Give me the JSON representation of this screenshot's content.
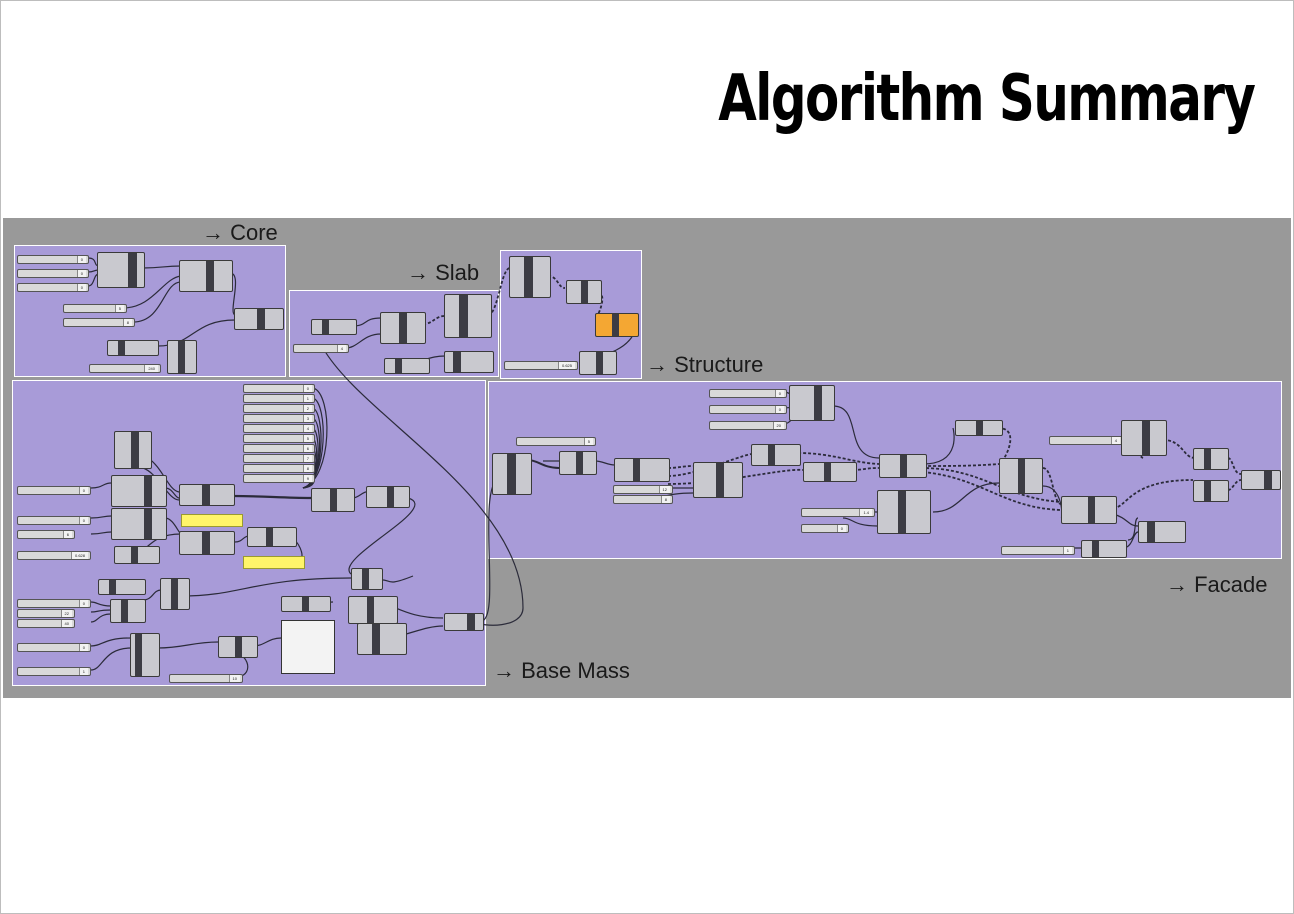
{
  "title": "Algorithm Summary",
  "groups": {
    "core": "→ Core",
    "slab": "→ Slab",
    "structure": "→ Structure",
    "base_mass": "→ Base Mass",
    "facade": "→ Facade"
  },
  "colors": {
    "canvas": "#999999",
    "group": "#a89bd8",
    "component": "#c9c9cf",
    "highlight": "#f4a733",
    "panel": "#fff56a"
  }
}
